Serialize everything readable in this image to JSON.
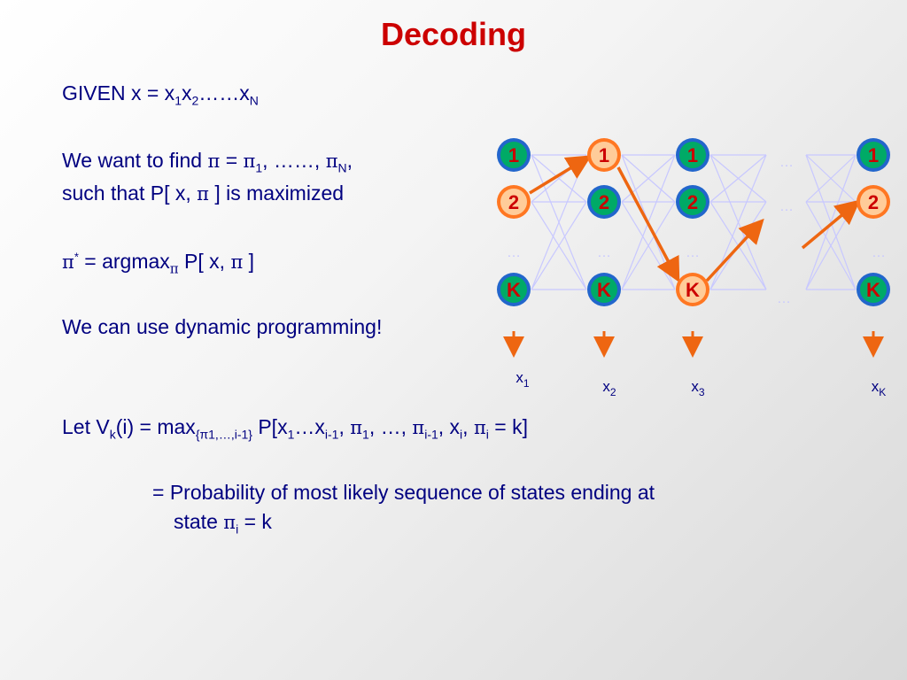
{
  "title": "Decoding",
  "given": {
    "prefix": "GIVEN x = x",
    "s1": "1",
    "x2": "x",
    "s2": "2",
    "dots": "……x",
    "sN": "N"
  },
  "want": {
    "prefix": "We want to find ",
    "pi": "π",
    "eq": " = ",
    "pi1": "π",
    "s1": "1",
    "mid": ", ……, ",
    "piN": "π",
    "sN": "N",
    "end": ","
  },
  "such": {
    "prefix": "such that P[ x, ",
    "pi": "π",
    "end": " ] is maximized"
  },
  "argmax": {
    "pi": "π",
    "star": "*",
    "eq": " = argmax",
    "subpi": "π",
    "rest": " P[ x, ",
    "pi2": "π",
    "end": " ]"
  },
  "dp": "We can use dynamic programming!",
  "vdef": {
    "p1": "Let V",
    "k": "k",
    "p2": "(i) = max",
    "sub": "{π1,…,i-1}",
    "p3": " P[x",
    "s1": "1",
    "p4": "…x",
    "si1": "i-1",
    "p5": ", ",
    "pi1": "π",
    "sp1": "1",
    "p6": ", …, ",
    "pi2": "π",
    "spi1": "i-1",
    "p7": ", x",
    "si": "i",
    "p8": ", ",
    "pi3": "π",
    "spi": "i",
    "p9": " = k]"
  },
  "prob": {
    "line1": "= Probability of most likely sequence of states ending at",
    "line2_prefix": "state ",
    "pi": "π",
    "sub": "i",
    "end": " = k"
  },
  "trellis": {
    "state_labels": [
      "1",
      "2",
      "K"
    ],
    "ellipsis": "…",
    "obs": [
      {
        "base": "x",
        "sub": "1"
      },
      {
        "base": "x",
        "sub": "2"
      },
      {
        "base": "x",
        "sub": "3"
      },
      {
        "base": "x",
        "sub": "K"
      }
    ],
    "colors": {
      "node_fill": "#00aa66",
      "node_ring": "#2266cc",
      "highlight_fill": "#ffcc99",
      "highlight_ring": "#ff7722",
      "label": "#cc0000",
      "path": "#ee6611",
      "edge": "#c8c8ff"
    }
  }
}
